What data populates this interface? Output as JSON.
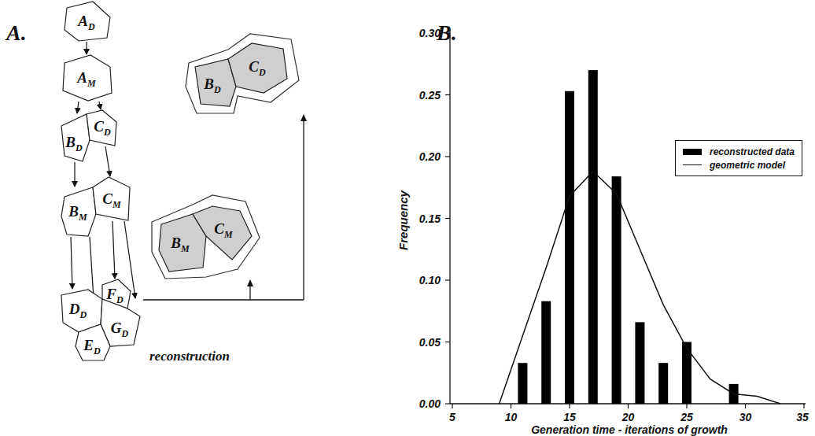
{
  "diagram": {
    "nodes": [
      {
        "text": [
          "A",
          "D"
        ]
      },
      {
        "text": [
          "A",
          "M"
        ]
      },
      {
        "text": [
          "B",
          "D"
        ]
      },
      {
        "text": [
          "C",
          "D"
        ]
      },
      {
        "text": [
          "B",
          "M"
        ]
      },
      {
        "text": [
          "C",
          "M"
        ]
      },
      {
        "text": [
          "D",
          "D"
        ]
      },
      {
        "text": [
          "F",
          "D"
        ]
      },
      {
        "text": [
          "G",
          "D"
        ]
      },
      {
        "text": [
          "E",
          "D"
        ]
      },
      {
        "text": [
          "B",
          "D"
        ]
      },
      {
        "text": [
          "C",
          "D"
        ]
      },
      {
        "text": [
          "B",
          "M"
        ]
      },
      {
        "text": [
          "C",
          "M"
        ]
      }
    ],
    "edges": [
      {
        "from": 0,
        "to": 1,
        "arrow": "to"
      },
      {
        "from": 1,
        "to": 2,
        "arrow": "to"
      },
      {
        "from": 1,
        "to": 3,
        "arrow": "to"
      },
      {
        "from": 2,
        "to": 4,
        "arrow": "to"
      },
      {
        "from": 3,
        "to": 5,
        "arrow": "to"
      },
      {
        "from": 4,
        "to": 6,
        "arrow": "to"
      },
      {
        "from": 4,
        "to": 9,
        "arrow": "to"
      },
      {
        "from": 5,
        "to": 7,
        "arrow": "to"
      },
      {
        "from": 5,
        "to": 8,
        "arrow": "to"
      }
    ],
    "labels": [
      "A.",
      "B.",
      "reconstruction",
      "0.30",
      "0.25",
      "0.20",
      "0.15",
      "0.10",
      "0.05",
      "0.00",
      "5",
      "10",
      "15",
      "20",
      "25",
      "30",
      "35",
      "Frequency",
      "Generation time - iterations of growth"
    ],
    "legend": [
      {
        "text": "reconstructed data",
        "color": "#000000"
      },
      {
        "text": "geometric model"
      }
    ]
  }
}
